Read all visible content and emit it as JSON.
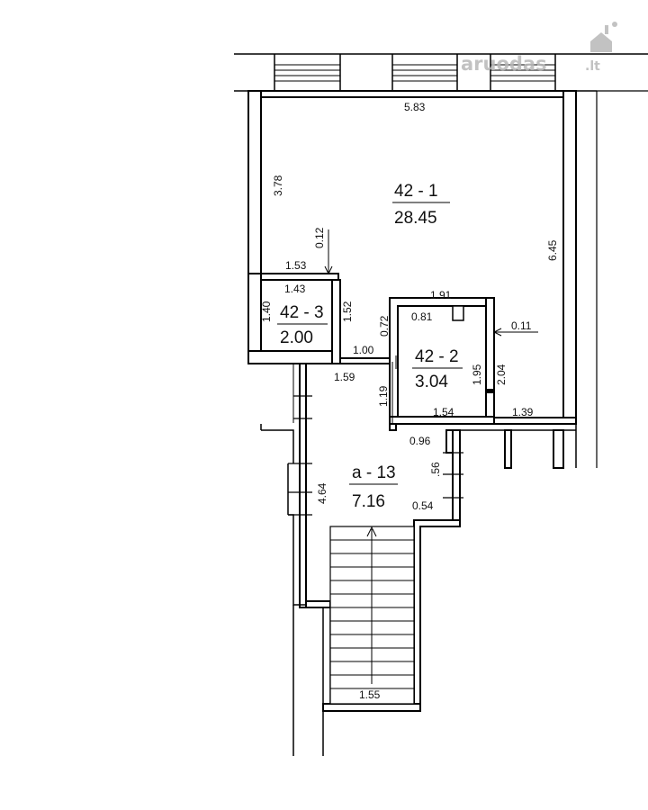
{
  "watermark": {
    "brand": "aruodas",
    "suffix": ".lt"
  },
  "rooms": [
    {
      "id": "42 - 1",
      "area": "28.45"
    },
    {
      "id": "42 - 3",
      "area": "2.00"
    },
    {
      "id": "42 - 2",
      "area": "3.04"
    },
    {
      "id": "a - 13",
      "area": "7.16"
    }
  ],
  "dimensions": {
    "top_width": "5.83",
    "left_height": "3.78",
    "right_height": "6.45",
    "wall_012": "0.12",
    "ledge_153": "1.53",
    "closet_width": "1.43",
    "closet_left": "1.40",
    "closet_right": "1.52",
    "bath_top": "1.91",
    "bath_inner": "0.81",
    "wall_072": "0.72",
    "wall_011": "0.11",
    "door_100": "1.00",
    "corr_159": "1.59",
    "bath_side": "1.95",
    "bath_right": "2.04",
    "corr_119": "1.19",
    "bath_bottom": "1.54",
    "right_bottom": "1.39",
    "step_096": "0.96",
    "stair_side": "4.64",
    "wall_056": ".56",
    "wall_054": "0.54",
    "stair_width": "1.55"
  }
}
